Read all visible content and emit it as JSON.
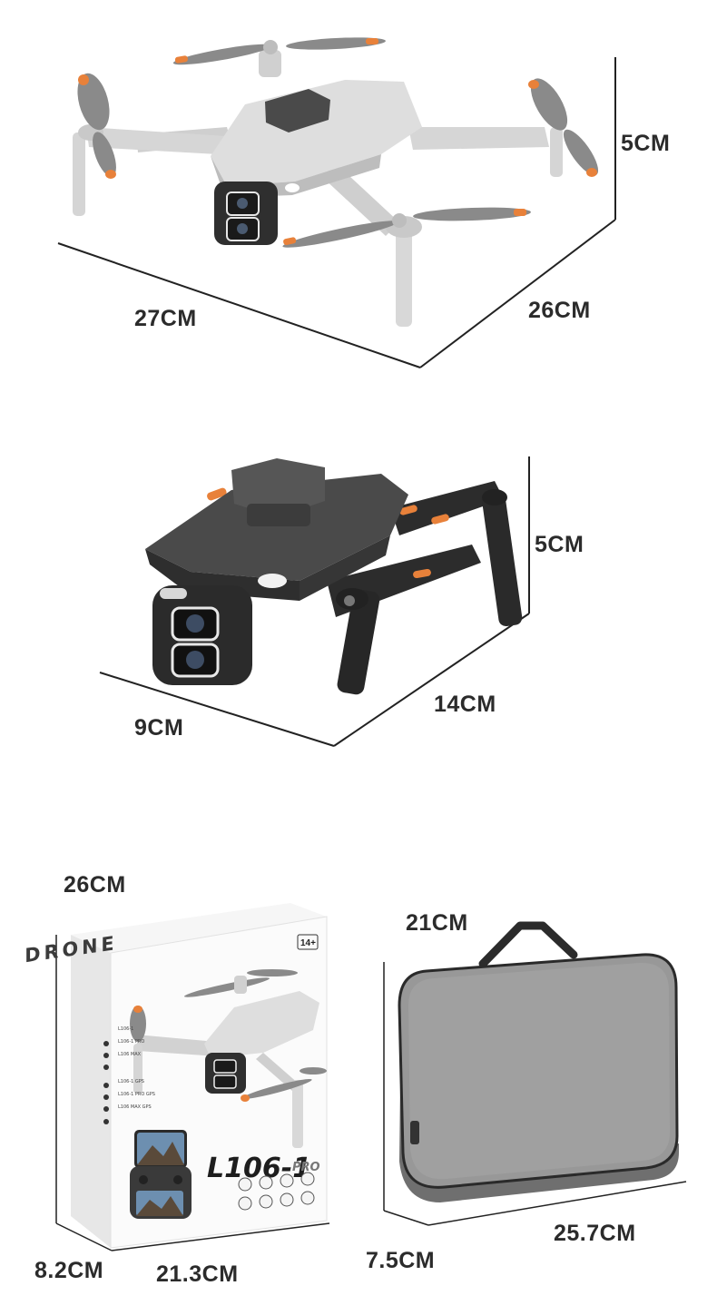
{
  "colors": {
    "drone_light_body": "#d9d9d9",
    "drone_dark_body": "#3a3a3a",
    "propeller_tip": "#e8813a",
    "case_fabric": "#8f8f8f",
    "dimension_line": "#222222"
  },
  "unfolded_drone": {
    "height": "5CM",
    "width": "27CM",
    "depth": "26CM"
  },
  "folded_drone": {
    "height": "5CM",
    "width": "9CM",
    "depth": "14CM"
  },
  "retail_box": {
    "top": "26CM",
    "height": "8.2CM",
    "width": "21.3CM",
    "brand": "DRONE",
    "age": "14+",
    "model": "L106-1",
    "model_suffix": "PRO",
    "variants": [
      "L106-1",
      "L106-1 PRO",
      "L106 MAX",
      "L106-1 GPS",
      "L106-1 PRO GPS",
      "L106 MAX GPS"
    ]
  },
  "carry_case": {
    "top": "21CM",
    "height": "7.5CM",
    "width": "25.7CM"
  }
}
